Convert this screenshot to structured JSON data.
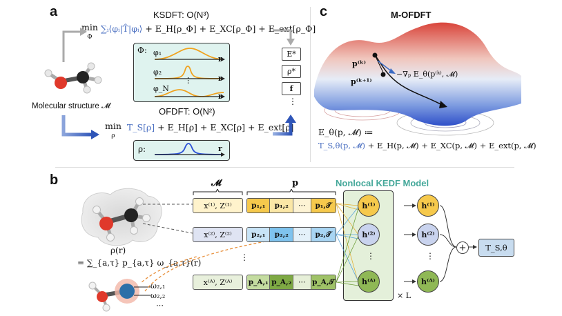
{
  "panels": {
    "a": "a",
    "b": "b",
    "c": "c"
  },
  "panel_a": {
    "ksdft_title": "KSDFT: O(N³)",
    "ksdft_min": "min",
    "ksdft_min_sub": "Φ",
    "ksdft_kinetic": "∑ᵢ⟨φᵢ|T̂|φᵢ⟩",
    "ksdft_rest": " + E_H[ρ_Φ] + E_XC[ρ_Φ] + E_ext[ρ_Φ]",
    "orbital_box_label": "Φ:",
    "orbitals": [
      "φ₁",
      "φ₂",
      "φ_N"
    ],
    "orbital_axis": "r",
    "orbital_dots": "⋮",
    "molecule_label": "Molecular structure 𝓜",
    "ofdft_title": "OFDFT: O(N²)",
    "ofdft_min": "min",
    "ofdft_min_sub": "ρ",
    "ofdft_kinetic": "T_S[ρ]",
    "ofdft_rest": " + E_H[ρ] + E_XC[ρ] + E_ext[ρ]",
    "density_box_label": "ρ:",
    "density_axis": "r",
    "results": [
      "E*",
      "ρ*",
      "f",
      "⋮"
    ]
  },
  "panel_c": {
    "title": "M-OFDFT",
    "point_k": "p⁽ᵏ⁾",
    "point_k1": "p⁽ᵏ⁺¹⁾",
    "gradient": "−∇ₚ E_θ(p⁽ᵏ⁾, 𝓜)",
    "energy_def": "E_θ(p, 𝓜) ≔",
    "energy_kinetic": "T_S,θ(p, 𝓜)",
    "energy_rest": " + E_H(p, 𝓜) + E_XC(p, 𝓜) + E_ext(p, 𝓜)"
  },
  "panel_b": {
    "density_expr": "ρ(r)",
    "density_expansion": "= ∑_{a,τ} p_{a,τ} ω_{a,τ}(r)",
    "basis_labels": [
      "ω₂,₁",
      "ω₂,₂",
      "⋯"
    ],
    "m_header": "𝓜",
    "p_header": "p",
    "kedf_title": "Nonlocal KEDF Model",
    "rows": [
      {
        "xz": "x⁽¹⁾, Z⁽¹⁾",
        "cells": [
          "p₁,₁",
          "p₁,₂",
          "⋯",
          "p₁,𝒯"
        ],
        "h": "h⁽¹⁾",
        "h_out": "h⁽¹⁾"
      },
      {
        "xz": "x⁽²⁾, Z⁽²⁾",
        "cells": [
          "p₂,₁",
          "p₂,₂",
          "⋯",
          "p₂,𝒯"
        ],
        "h": "h⁽²⁾",
        "h_out": "h⁽²⁾"
      },
      {
        "xz": "x⁽ᴬ⁾, Z⁽ᴬ⁾",
        "cells": [
          "p_A,₁",
          "p_A,₂",
          "⋯",
          "p_A,𝒯"
        ],
        "h": "h⁽ᴬ⁾",
        "h_out": "h⁽ᴬ⁾"
      }
    ],
    "row_dots": "⋮",
    "times_L": "× L",
    "plus": "+",
    "output": "T_S,θ"
  },
  "colors": {
    "teal_fill": "#dff3ef",
    "orange_curve": "#f0a21e",
    "blue_curve": "#2a4fd6",
    "blue_arrow": "#3a6bc4",
    "row1": "#f6c94c",
    "row1_light": "#fbe7a6",
    "row2": "#7fc3ee",
    "row2_light": "#c8e4f7",
    "row2_xz": "#d6dcef",
    "row3": "#7ea944",
    "row3_light": "#c4dca0",
    "row3_xz": "#e2ecd5",
    "h1": "#f6c94c",
    "h2": "#c9d3ee",
    "h3": "#8fb855",
    "kedf_bg": "#e4f0da",
    "output_box": "#c8dcef"
  }
}
